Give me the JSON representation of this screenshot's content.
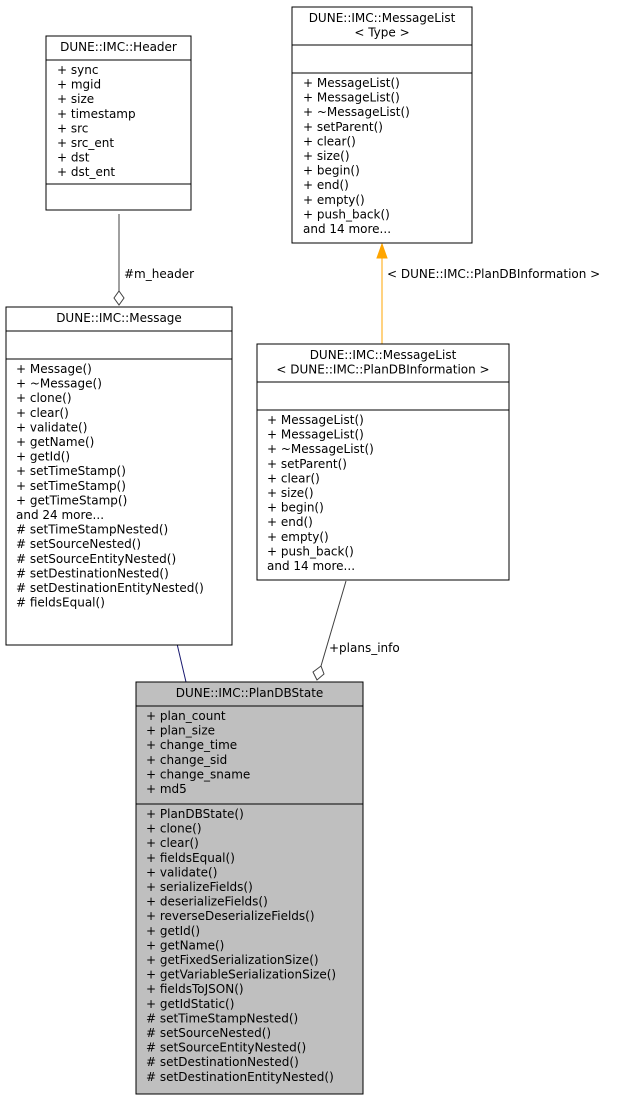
{
  "diagram": {
    "kind": "UML class collaboration diagram",
    "colors": {
      "highlight_fill": "#bfbfbf",
      "inheritance_arrow": "#191970",
      "template_arrow": "#ffa500",
      "association_line": "#404040"
    },
    "classes": [
      {
        "id": "header",
        "title_lines": [
          "DUNE::IMC::Header"
        ],
        "attributes": [
          "+ sync",
          "+ mgid",
          "+ size",
          "+ timestamp",
          "+ src",
          "+ src_ent",
          "+ dst",
          "+ dst_ent"
        ],
        "methods": []
      },
      {
        "id": "messagelist-template",
        "title_lines": [
          "DUNE::IMC::MessageList",
          "< Type >"
        ],
        "attributes": [],
        "methods": [
          "+ MessageList()",
          "+ MessageList()",
          "+ ~MessageList()",
          "+ setParent()",
          "+ clear()",
          "+ size()",
          "+ begin()",
          "+ end()",
          "+ empty()",
          "+ push_back()",
          "and 14 more..."
        ]
      },
      {
        "id": "message",
        "title_lines": [
          "DUNE::IMC::Message"
        ],
        "attributes": [],
        "methods": [
          "+ Message()",
          "+ ~Message()",
          "+ clone()",
          "+ clear()",
          "+ validate()",
          "+ getName()",
          "+ getId()",
          "+ setTimeStamp()",
          "+ setTimeStamp()",
          "+ getTimeStamp()",
          "and 24 more...",
          "# setTimeStampNested()",
          "# setSourceNested()",
          "# setSourceEntityNested()",
          "# setDestinationNested()",
          "# setDestinationEntityNested()",
          "# fieldsEqual()"
        ]
      },
      {
        "id": "messagelist-plandbinfo",
        "title_lines": [
          "DUNE::IMC::MessageList",
          "< DUNE::IMC::PlanDBInformation >"
        ],
        "attributes": [],
        "methods": [
          "+ MessageList()",
          "+ MessageList()",
          "+ ~MessageList()",
          "+ setParent()",
          "+ clear()",
          "+ size()",
          "+ begin()",
          "+ end()",
          "+ empty()",
          "+ push_back()",
          "and 14 more..."
        ]
      },
      {
        "id": "plandbstate",
        "title_lines": [
          "DUNE::IMC::PlanDBState"
        ],
        "attributes": [
          "+ plan_count",
          "+ plan_size",
          "+ change_time",
          "+ change_sid",
          "+ change_sname",
          "+ md5"
        ],
        "methods": [
          "+ PlanDBState()",
          "+ clone()",
          "+ clear()",
          "+ fieldsEqual()",
          "+ validate()",
          "+ serializeFields()",
          "+ deserializeFields()",
          "+ reverseDeserializeFields()",
          "+ getId()",
          "+ getName()",
          "+ getFixedSerializationSize()",
          "+ getVariableSerializationSize()",
          "+ fieldsToJSON()",
          "+ getIdStatic()",
          "# setTimeStampNested()",
          "# setSourceNested()",
          "# setSourceEntityNested()",
          "# setDestinationNested()",
          "# setDestinationEntityNested()"
        ]
      }
    ],
    "edges": [
      {
        "id": "header-to-message",
        "type": "composition",
        "label": "#m_header"
      },
      {
        "id": "template-to-instance",
        "type": "template-instantiation",
        "label": "< DUNE::IMC::PlanDBInformation >"
      },
      {
        "id": "message-to-plandbstate",
        "type": "inheritance",
        "label": ""
      },
      {
        "id": "plandbinfo-to-plandbstate",
        "type": "composition",
        "label": "+plans_info"
      }
    ]
  }
}
